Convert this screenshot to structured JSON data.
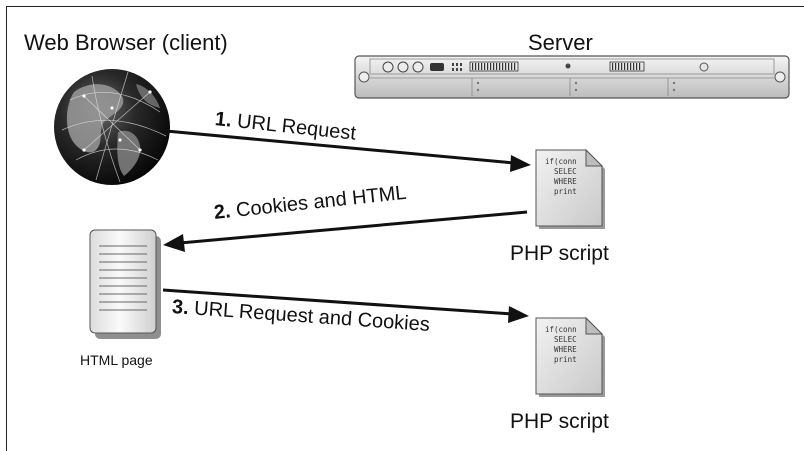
{
  "labels": {
    "web_browser": "Web Browser (client)",
    "server": "Server",
    "php_script_1": "PHP script",
    "php_script_2": "PHP script",
    "html_page": "HTML page"
  },
  "arrows": [
    {
      "number": "1.",
      "text": "URL Request"
    },
    {
      "number": "2.",
      "text": "Cookies and HTML"
    },
    {
      "number": "3.",
      "text": "URL Request and Cookies"
    }
  ],
  "php_code": {
    "line1": "if(conn",
    "line2": "SELEC",
    "line3": "WHERE",
    "line4": "print"
  },
  "icons": {
    "globe": "globe-icon",
    "server": "server-rack-icon",
    "document": "document-icon",
    "html_page": "html-page-icon"
  }
}
